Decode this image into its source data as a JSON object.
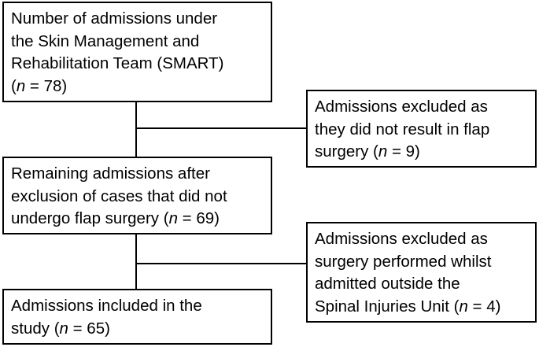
{
  "boxes": {
    "admissions_total": {
      "lines": [
        "Number of admissions under",
        "the Skin Management and",
        "Rehabilitation Team (SMART)"
      ],
      "n_label": "n",
      "n_value": " = 78)"
    },
    "excluded_no_flap": {
      "lines": [
        "Admissions excluded as",
        "they did not result in flap"
      ],
      "prefix": "surgery (",
      "n_label": "n",
      "n_value": " = 9)"
    },
    "remaining": {
      "lines": [
        "Remaining admissions after",
        "exclusion of cases that did not"
      ],
      "prefix": "undergo flap surgery (",
      "n_label": "n",
      "n_value": " = 69)"
    },
    "excluded_outside": {
      "lines": [
        "Admissions excluded as",
        "surgery performed whilst",
        "admitted outside the"
      ],
      "prefix": "Spinal Injuries Unit (",
      "n_label": "n",
      "n_value": " = 4)"
    },
    "included": {
      "lines": [
        "Admissions included in the"
      ],
      "prefix": "study (",
      "n_label": "n",
      "n_value": " = 65)"
    }
  }
}
